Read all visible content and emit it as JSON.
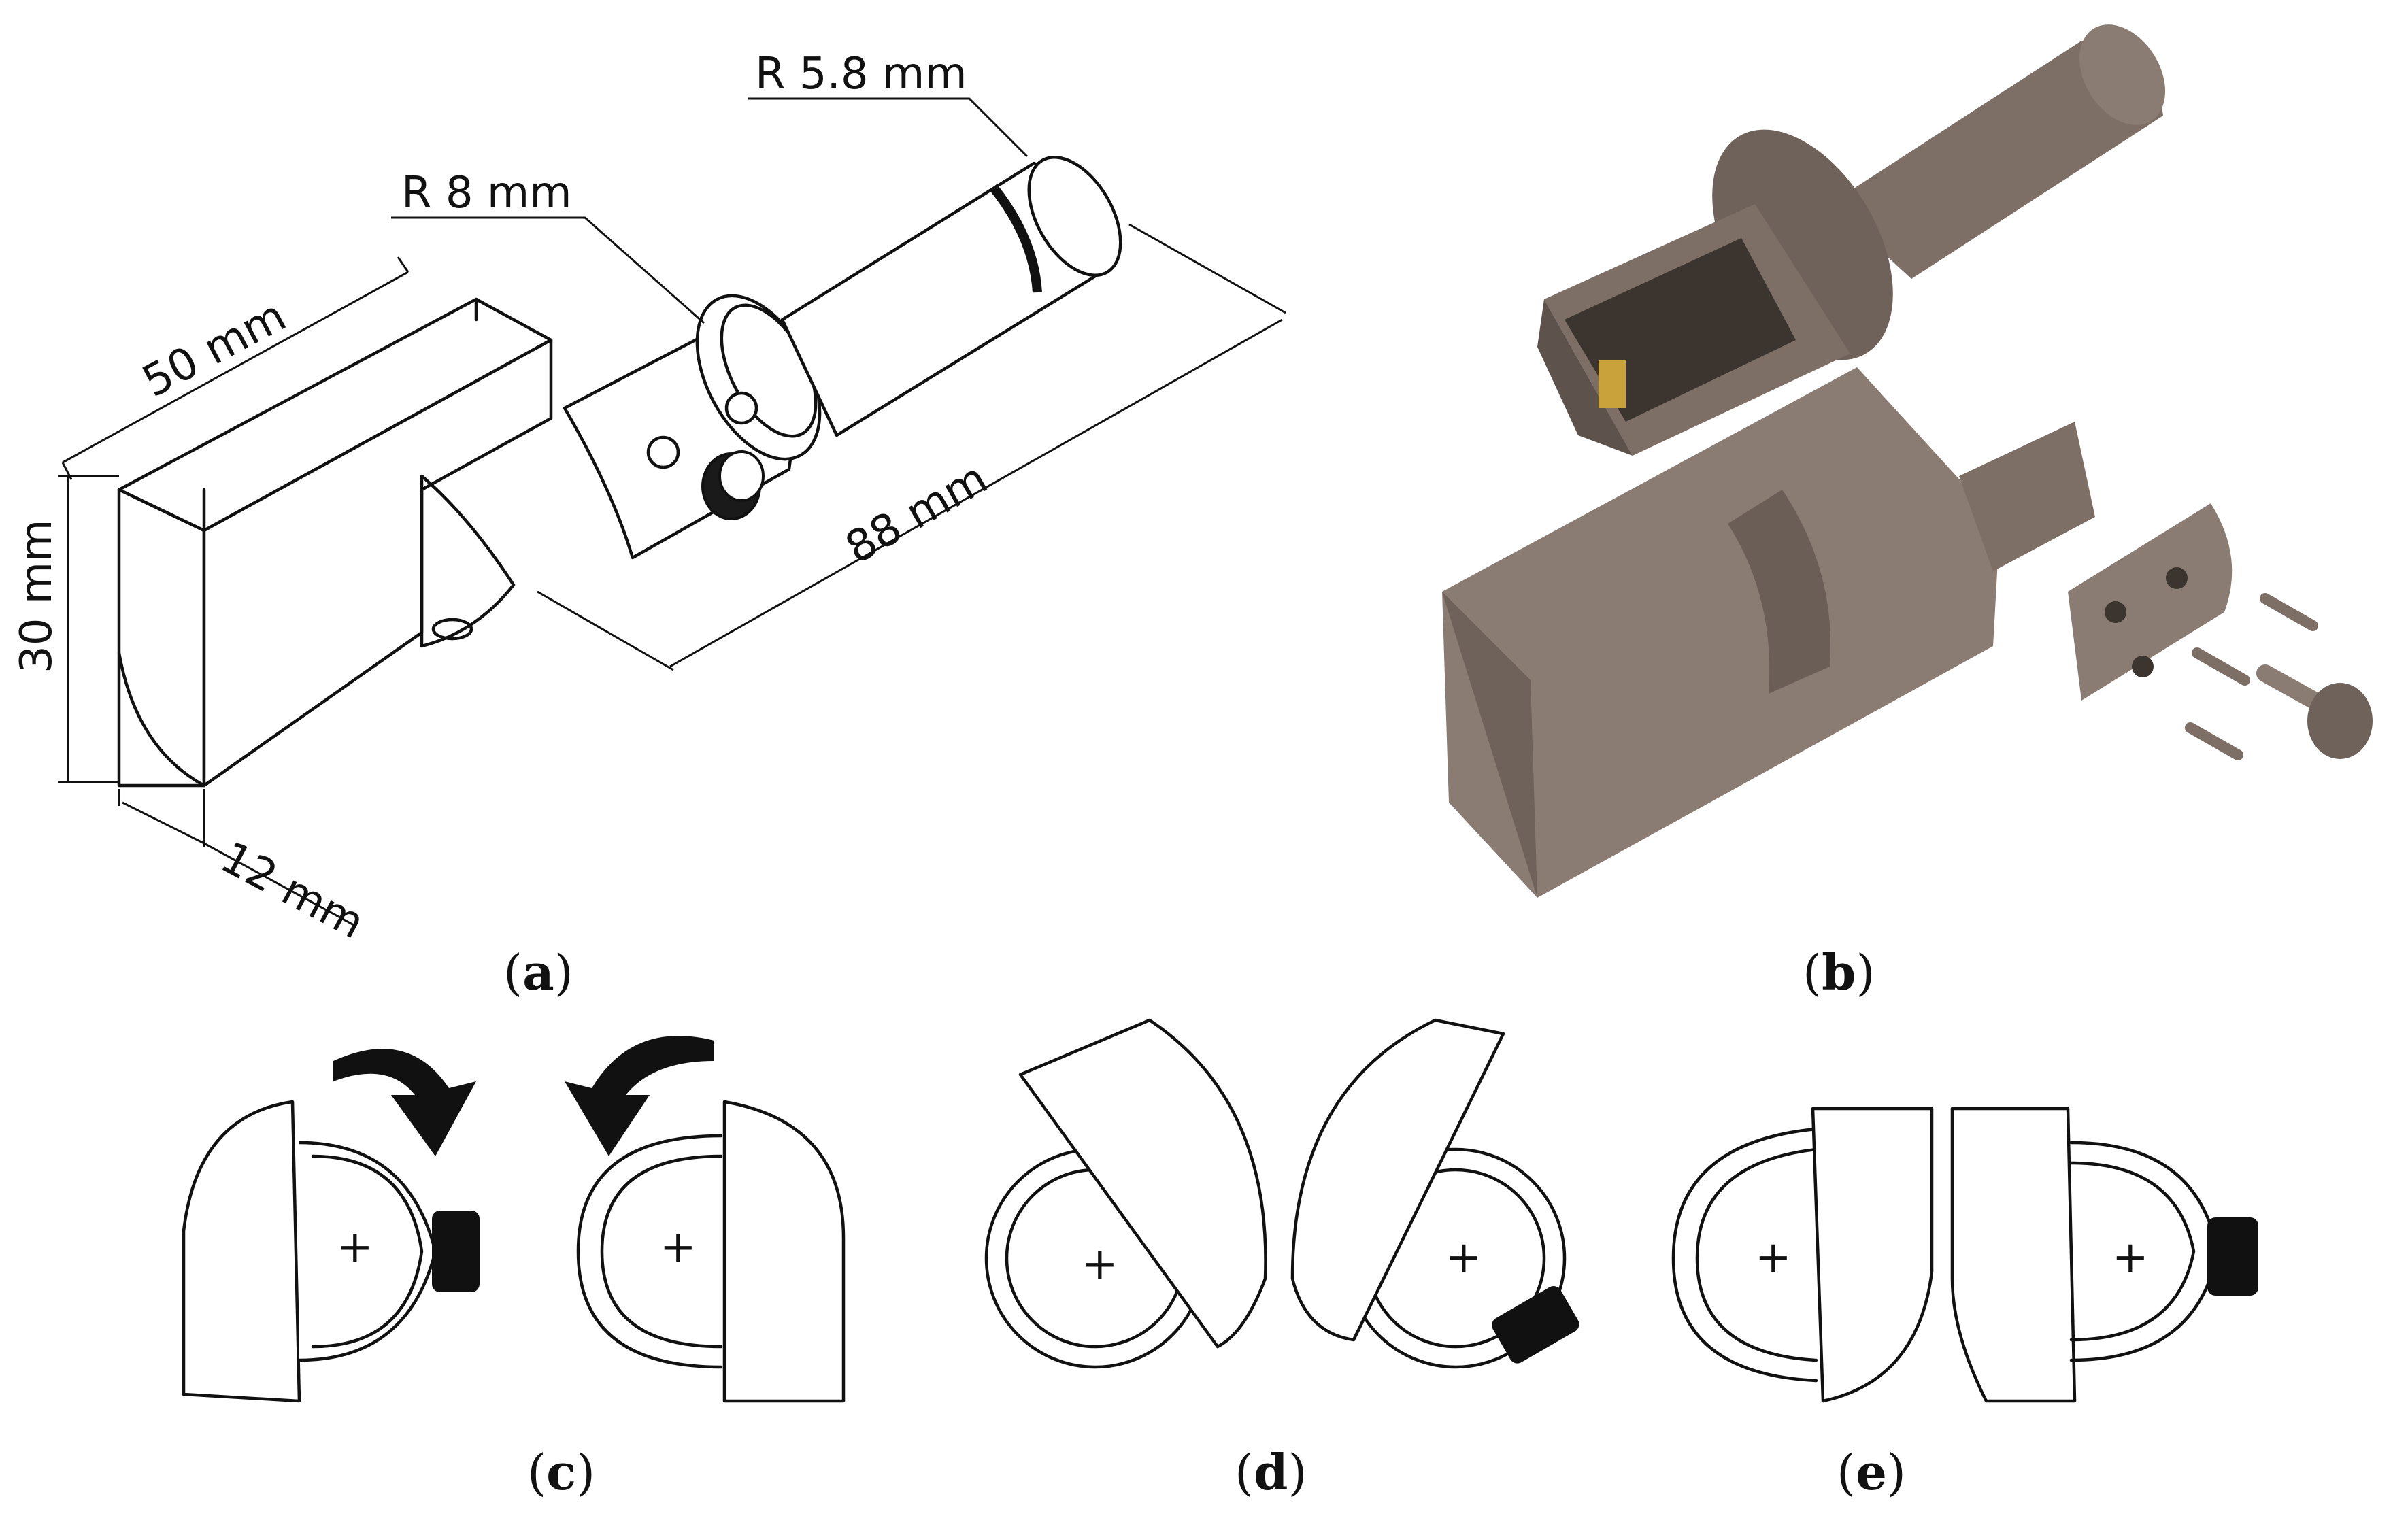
{
  "panels": {
    "a": {
      "label_open": "(",
      "label_letter": "a",
      "label_close": ")",
      "dimensions": {
        "r_tip": "R 5.8 mm",
        "r_collar": "R 8 mm",
        "length_body": "50 mm",
        "height_body": "30 mm",
        "depth_body": "12 mm",
        "length_total": "88 mm"
      }
    },
    "b": {
      "label_open": "(",
      "label_letter": "b",
      "label_close": ")"
    },
    "c": {
      "label_open": "(",
      "label_letter": "c",
      "label_close": ")"
    },
    "d": {
      "label_open": "(",
      "label_letter": "d",
      "label_close": ")"
    },
    "e": {
      "label_open": "(",
      "label_letter": "e",
      "label_close": ")"
    }
  },
  "colors": {
    "line": "#111111",
    "render_body": "#7d6f66",
    "render_shadow": "#5e534c",
    "render_highlight": "#9a8c82",
    "knob": "#1a1a1a"
  }
}
